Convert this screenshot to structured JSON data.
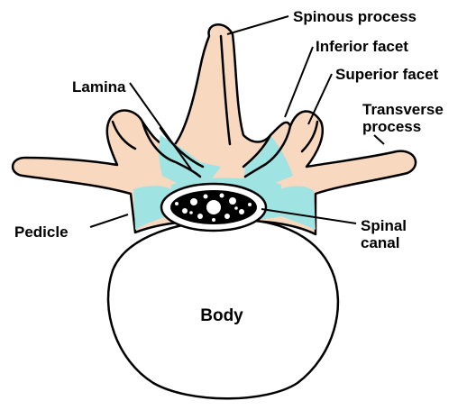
{
  "colors": {
    "bone": "#f8d8bf",
    "cartilage": "#9fe3e3",
    "outline": "#000000",
    "background": "#ffffff",
    "canal_fill": "#000000"
  },
  "labels": {
    "spinous_process": "Spinous process",
    "inferior_facet": "Inferior facet",
    "superior_facet": "Superior facet",
    "transverse_process_line1": "Transverse",
    "transverse_process_line2": "process",
    "lamina": "Lamina",
    "pedicle": "Pedicle",
    "spinal_canal_line1": "Spinal",
    "spinal_canal_line2": "canal",
    "body": "Body"
  }
}
